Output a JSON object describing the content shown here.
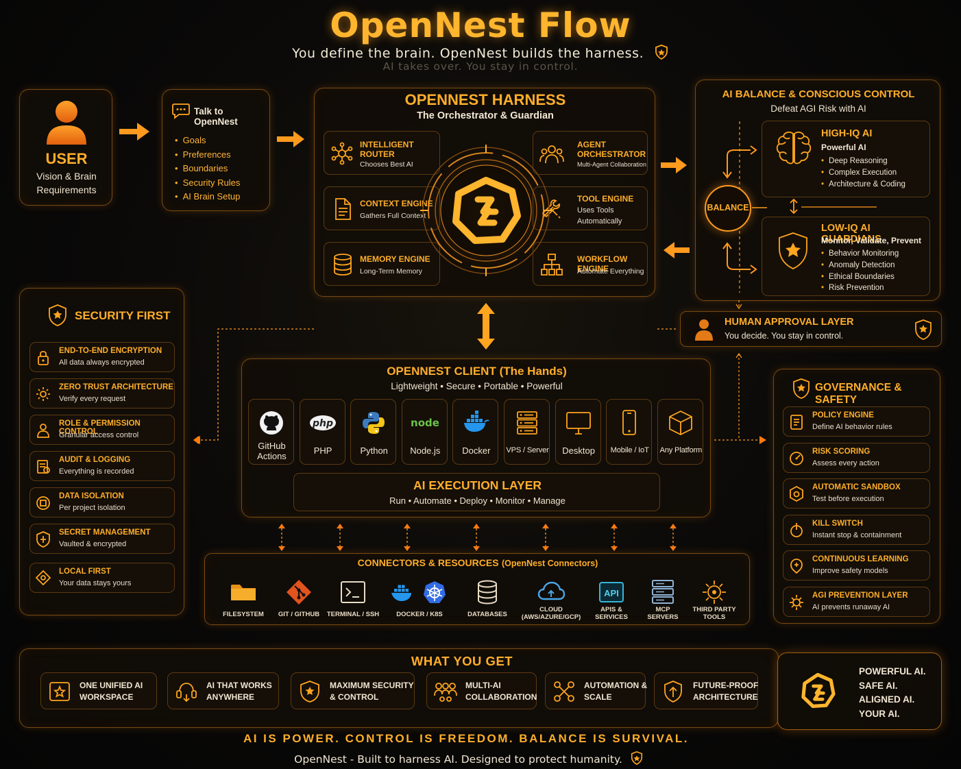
{
  "header": {
    "title": "OpenNest Flow",
    "subtitle": "You define the brain. OpenNest builds the harness.",
    "tagline": "AI takes over. You stay in control."
  },
  "user": {
    "title": "USER",
    "line1": "Vision & Brain",
    "line2": "Requirements"
  },
  "talk": {
    "title": "Talk to OpenNest",
    "items": [
      "Goals",
      "Preferences",
      "Boundaries",
      "Security Rules",
      "AI Brain Setup"
    ]
  },
  "harness": {
    "title": "OPENNEST HARNESS",
    "subtitle": "The Orchestrator & Guardian",
    "engines": [
      {
        "title1": "INTELLIGENT",
        "title2": "ROUTER",
        "sub": "Chooses Best AI"
      },
      {
        "title1": "CONTEXT ENGINE",
        "title2": "",
        "sub": "Gathers Full Context"
      },
      {
        "title1": "MEMORY ENGINE",
        "title2": "",
        "sub": "Long-Term Memory"
      },
      {
        "title1": "AGENT",
        "title2": "ORCHESTRATOR",
        "sub": "Multi-Agent Collaboration"
      },
      {
        "title1": "TOOL ENGINE",
        "title2": "",
        "sub": "Uses Tools",
        "sub2": "Automatically"
      },
      {
        "title1": "WORKFLOW ENGINE",
        "title2": "",
        "sub": "Automate Everything"
      }
    ]
  },
  "balance": {
    "title": "AI BALANCE & CONSCIOUS CONTROL",
    "subtitle": "Defeat AGI Risk with AI",
    "center": "BALANCE",
    "high": {
      "title": "HIGH-IQ AI",
      "sub": "Powerful AI",
      "items": [
        "Deep Reasoning",
        "Complex Execution",
        "Architecture & Coding"
      ]
    },
    "low": {
      "title": "LOW-IQ AI GUARDIANS",
      "sub": "Monitor, Validate, Prevent",
      "items": [
        "Behavior Monitoring",
        "Anomaly Detection",
        "Ethical Boundaries",
        "Risk Prevention"
      ]
    }
  },
  "human": {
    "title": "HUMAN APPROVAL LAYER",
    "sub": "You decide. You stay in control."
  },
  "security": {
    "title": "SECURITY FIRST",
    "items": [
      {
        "title": "END-TO-END ENCRYPTION",
        "sub": "All data always encrypted",
        "icon": "lock-icon"
      },
      {
        "title": "ZERO TRUST ARCHITECTURE",
        "sub": "Verify every request",
        "icon": "gear-icon"
      },
      {
        "title": "ROLE & PERMISSION CONTROL",
        "sub": "Granular access control",
        "icon": "users-icon"
      },
      {
        "title": "AUDIT & LOGGING",
        "sub": "Everything is recorded",
        "icon": "audit-icon"
      },
      {
        "title": "DATA ISOLATION",
        "sub": "Per project isolation",
        "icon": "isolation-icon"
      },
      {
        "title": "SECRET MANAGEMENT",
        "sub": "Vaulted & encrypted",
        "icon": "shield-icon"
      },
      {
        "title": "LOCAL FIRST",
        "sub": "Your data stays yours",
        "icon": "local-icon"
      }
    ]
  },
  "client": {
    "title": "OPENNEST CLIENT",
    "title_suffix": "(The Hands)",
    "subtitle": "Lightweight • Secure • Portable • Powerful",
    "tiles": [
      {
        "label": "GitHub",
        "label2": "Actions",
        "icon": "github-icon"
      },
      {
        "label": "PHP",
        "label2": "",
        "icon": "php-icon"
      },
      {
        "label": "Python",
        "label2": "",
        "icon": "python-icon"
      },
      {
        "label": "Node.js",
        "label2": "",
        "icon": "nodejs-icon"
      },
      {
        "label": "Docker",
        "label2": "",
        "icon": "docker-icon"
      },
      {
        "label": "VPS / Server",
        "label2": "",
        "icon": "server-icon"
      },
      {
        "label": "Desktop",
        "label2": "",
        "icon": "desktop-icon"
      },
      {
        "label": "Mobile / IoT",
        "label2": "",
        "icon": "mobile-icon"
      },
      {
        "label": "Any Platform",
        "label2": "",
        "icon": "cube-icon"
      }
    ],
    "exec_title": "AI EXECUTION LAYER",
    "exec_sub": "Run • Automate • Deploy • Monitor • Manage"
  },
  "connectors": {
    "title": "CONNECTORS & RESOURCES",
    "title_suffix": "(OpenNest Connectors)",
    "items": [
      {
        "l1": "FILESYSTEM",
        "l2": "",
        "icon": "folder-icon"
      },
      {
        "l1": "GIT / GITHUB",
        "l2": "",
        "icon": "git-icon"
      },
      {
        "l1": "TERMINAL / SSH",
        "l2": "",
        "icon": "terminal-icon"
      },
      {
        "l1": "DOCKER / K8S",
        "l2": "",
        "icon": "docker-k8s-icon"
      },
      {
        "l1": "DATABASES",
        "l2": "",
        "icon": "database-icon"
      },
      {
        "l1": "CLOUD",
        "l2": "(AWS/AZURE/GCP)",
        "icon": "cloud-icon"
      },
      {
        "l1": "APIS &",
        "l2": "SERVICES",
        "icon": "api-icon"
      },
      {
        "l1": "MCP",
        "l2": "SERVERS",
        "icon": "mcp-server-icon"
      },
      {
        "l1": "THIRD PARTY",
        "l2": "TOOLS",
        "icon": "tools-gear-icon"
      }
    ]
  },
  "governance": {
    "title": "GOVERNANCE & SAFETY",
    "items": [
      {
        "title": "POLICY ENGINE",
        "sub": "Define AI behavior rules"
      },
      {
        "title": "RISK SCORING",
        "sub": "Assess every action"
      },
      {
        "title": "AUTOMATIC SANDBOX",
        "sub": "Test before execution"
      },
      {
        "title": "KILL SWITCH",
        "sub": "Instant stop & containment"
      },
      {
        "title": "CONTINUOUS LEARNING",
        "sub": "Improve safety models"
      },
      {
        "title": "AGI PREVENTION LAYER",
        "sub": "AI prevents runaway AI"
      }
    ]
  },
  "get": {
    "title": "WHAT YOU GET",
    "items": [
      {
        "l1": "ONE UNIFIED AI",
        "l2": "WORKSPACE"
      },
      {
        "l1": "AI THAT WORKS",
        "l2": "ANYWHERE"
      },
      {
        "l1": "MAXIMUM SECURITY",
        "l2": "& CONTROL"
      },
      {
        "l1": "MULTI-AI",
        "l2": "COLLABORATION"
      },
      {
        "l1": "AUTOMATION &",
        "l2": "SCALE"
      },
      {
        "l1": "FUTURE-PROOF",
        "l2": "ARCHITECTURE"
      }
    ],
    "promise": [
      "POWERFUL AI.",
      "SAFE AI.",
      "ALIGNED AI.",
      "YOUR AI."
    ]
  },
  "footer": {
    "slogan": "AI IS POWER. CONTROL IS FREEDOM. BALANCE IS SURVIVAL.",
    "line": "OpenNest - Built to harness AI. Designed to protect humanity."
  },
  "colors": {
    "accent": "#ffae2b",
    "border": "#7a4a12",
    "background": "#0a0908"
  }
}
